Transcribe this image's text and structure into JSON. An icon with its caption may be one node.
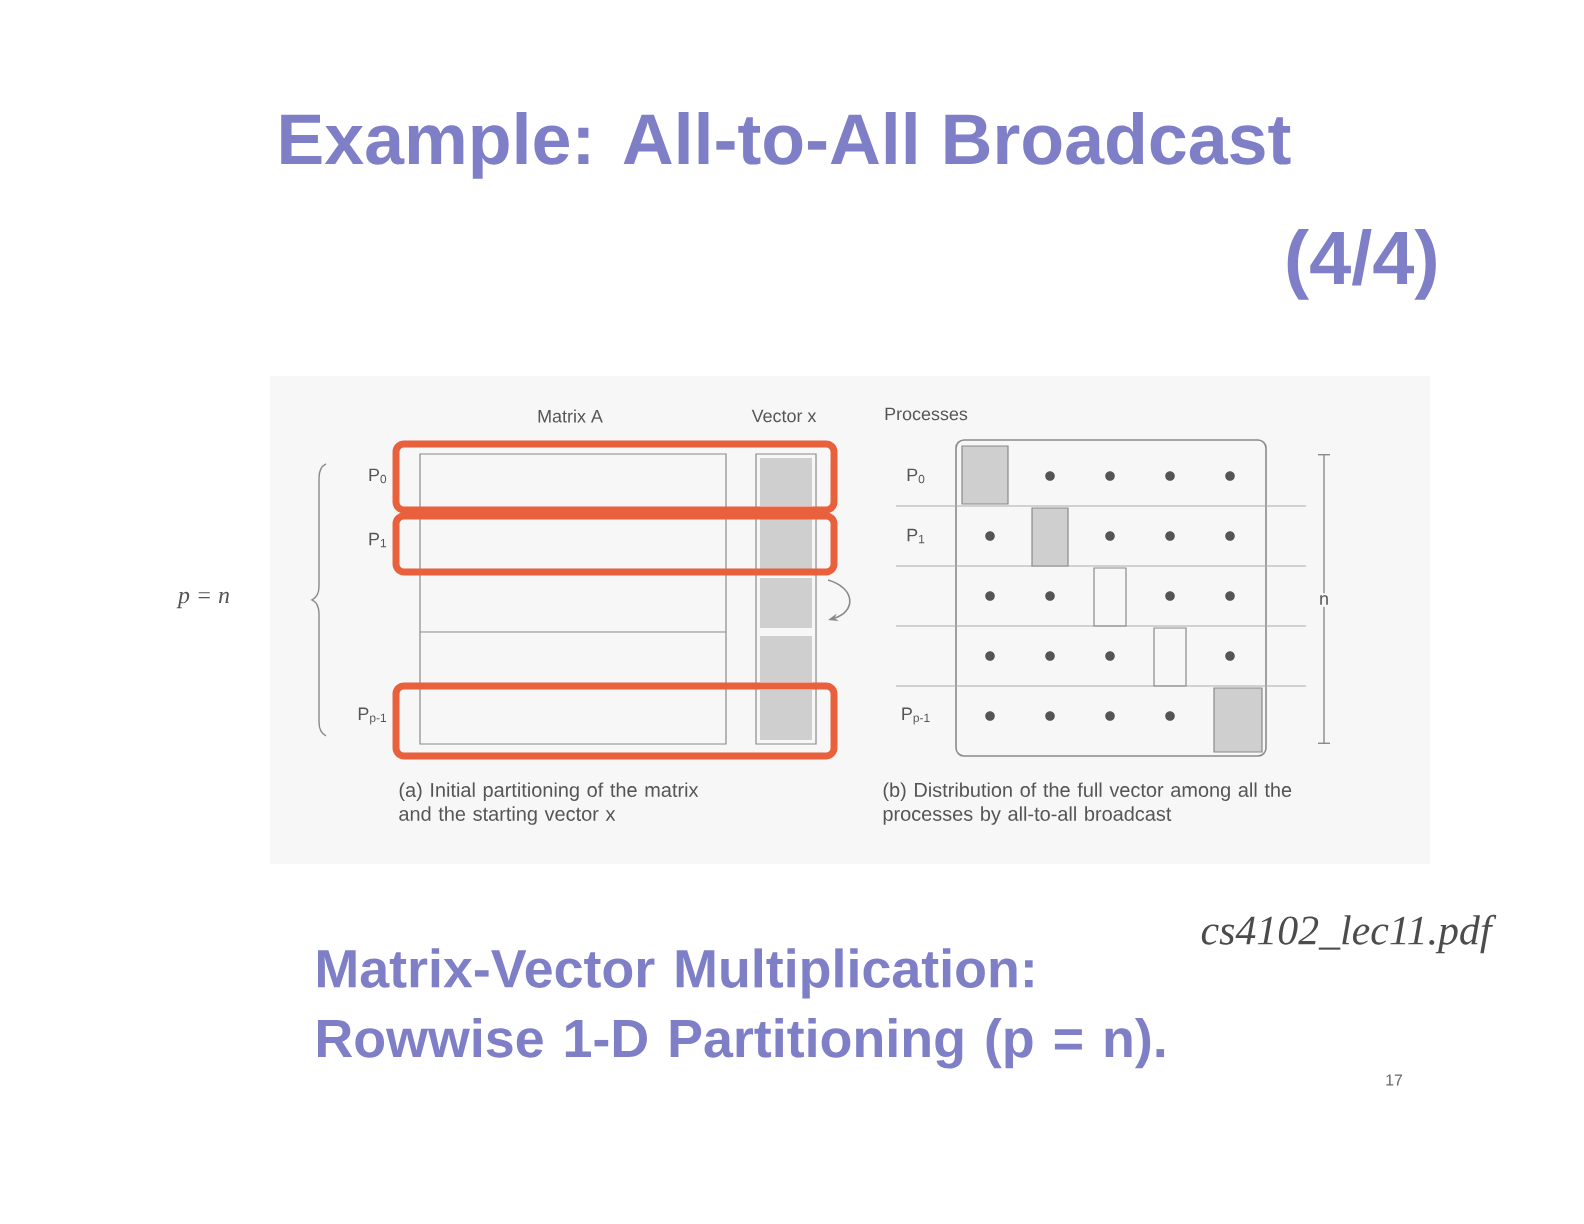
{
  "diagram": {
    "title": "Example: All-to-All Broadcast",
    "caption": "Matrix-Vector Multiplication: Rowwise 1-D Partitioning (p = n).",
    "labels": [
      "(4/4)",
      "Matrix A",
      "Vector x",
      "p = n",
      "P$_{0}$",
      "P$_{1}$",
      "P$_{p-1}$",
      "(a) Initial partitioning of the matrix and the starting vector x",
      "Processes",
      "P$_{0}$",
      "P$_{1}$",
      "P$_{p-1}$",
      "n",
      "(b) Distribution of the full vector among all the processes by all-to-all broadcast",
      "cs4102_lec11.pdf",
      "17"
    ]
  }
}
